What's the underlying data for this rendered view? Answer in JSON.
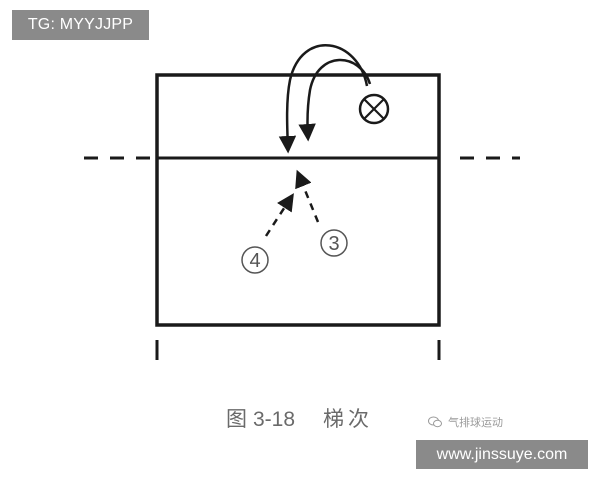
{
  "watermark_top": "TG: MYYJJPP",
  "caption": {
    "figure_label": "图",
    "figure_number": "3-18",
    "title": "梯次"
  },
  "brand_text": "气排球运动",
  "site_watermark": "www.jinssuye.com",
  "markers": {
    "left": "4",
    "right": "3"
  },
  "icons": {
    "target": "crossed-circle-icon",
    "brand": "wechat-icon"
  },
  "colors": {
    "line": "#1a1a1a",
    "badge_bg": "#8a8a8a",
    "caption_text": "#6a6a6a"
  }
}
